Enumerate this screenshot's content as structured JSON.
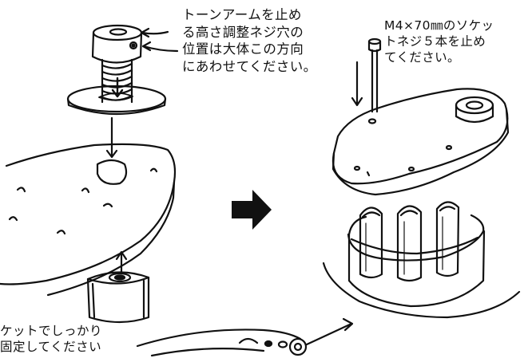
{
  "annotations": {
    "tonearm_screw": {
      "lines": [
        "トーンアームを止め",
        "る高さ調整ネジ穴の",
        "位置は大体この方向",
        "にあわせてください。"
      ]
    },
    "socket_screw": {
      "lines": [
        "M4×70㎜のソケッ",
        "トネジ５本を止め",
        "てください。"
      ]
    },
    "nut_fix": {
      "lines": [
        "ケットでしっかり",
        "固定してください"
      ]
    }
  },
  "colors": {
    "ink": "#111111",
    "background": "#ffffff"
  },
  "icons": {
    "step_arrow": "right-arrow-icon"
  }
}
